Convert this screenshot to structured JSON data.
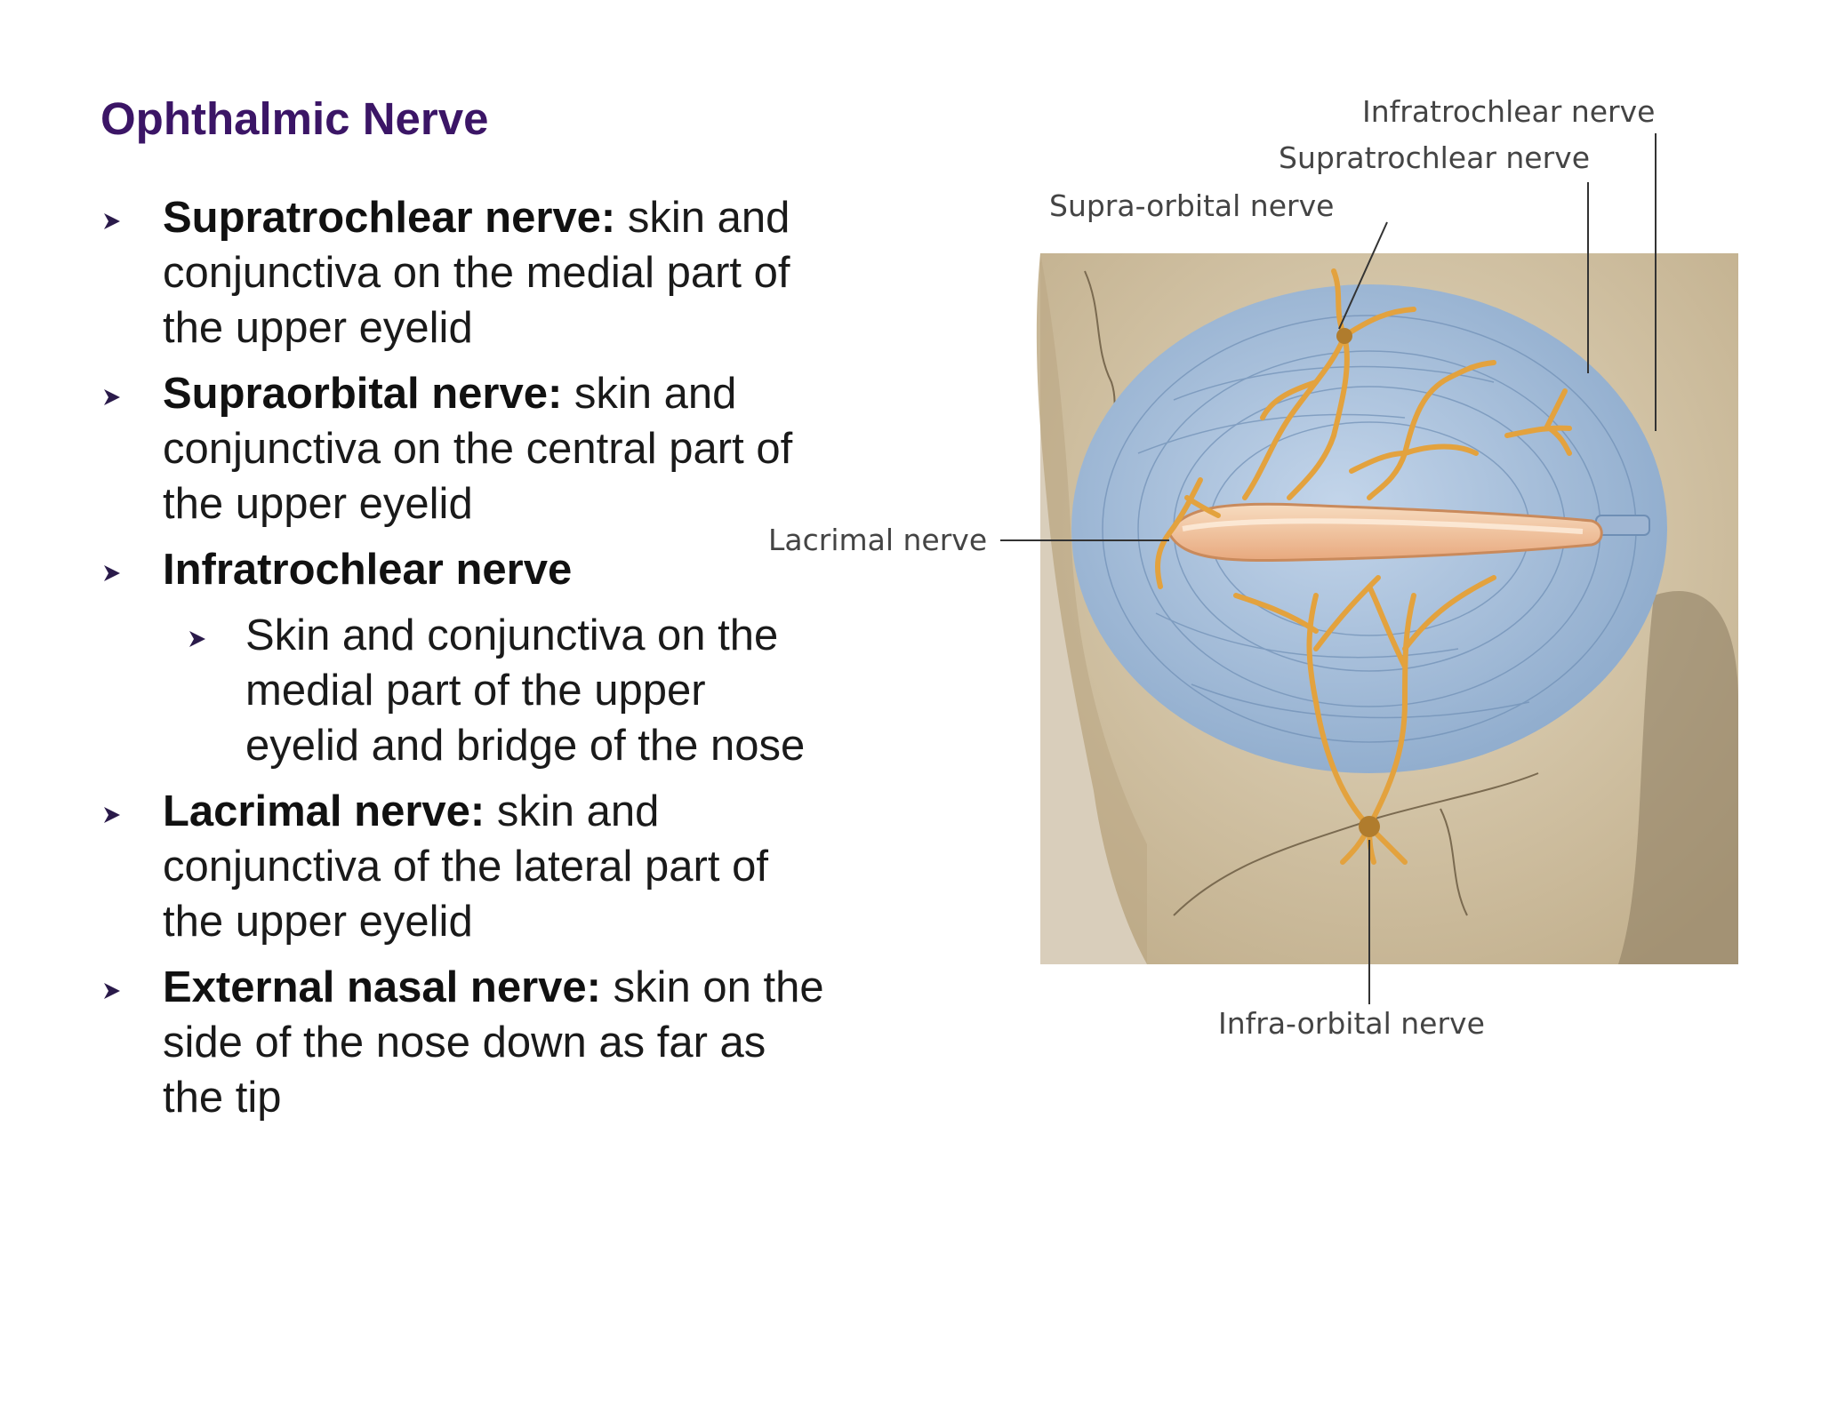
{
  "slide": {
    "title": "Ophthalmic Nerve",
    "bullets": [
      {
        "term": "Supratrochlear nerve:",
        "text": " skin and conjunctiva on the medial part of the upper eyelid"
      },
      {
        "term": "Supraorbital nerve:",
        "text": " skin and conjunctiva on the central part of the upper eyelid"
      },
      {
        "term": "Infratrochlear nerve",
        "text": "",
        "sub": "Skin and conjunctiva on the medial part of the upper eyelid and bridge of the nose"
      },
      {
        "term": "Lacrimal nerve:",
        "text": " skin and conjunctiva of the lateral part of the upper eyelid"
      },
      {
        "term": "External nasal nerve:",
        "text": " skin on the side of the nose down as far as the tip"
      }
    ]
  },
  "figure": {
    "labels": {
      "infratrochlear": "Infratrochlear nerve",
      "supratrochlear": "Supratrochlear nerve",
      "supraorbital": "Supra-orbital nerve",
      "lacrimal": "Lacrimal nerve",
      "infraorbital": "Infra-orbital nerve"
    }
  },
  "colors": {
    "title": "#3b1566",
    "bullet_marker": "#2a1a4a",
    "bone": "#d8cbb0",
    "muscle": "#a9c2de",
    "nerve": "#e8b35a",
    "eyelid": "#f2c49a"
  },
  "icons": {
    "bullet": "arrowhead-bullet-icon"
  }
}
